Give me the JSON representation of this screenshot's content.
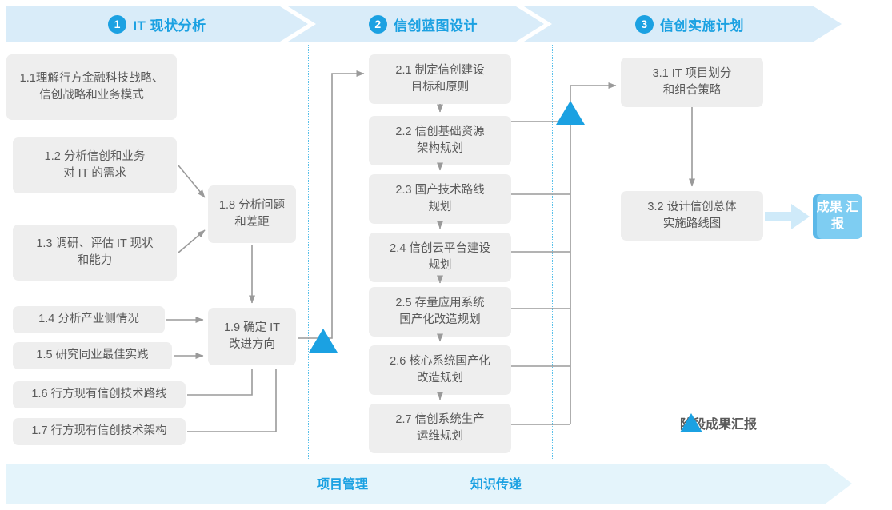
{
  "phases": [
    {
      "num": "1",
      "title": "IT 现状分析"
    },
    {
      "num": "2",
      "title": "信创蓝图设计"
    },
    {
      "num": "3",
      "title": "信创实施计划"
    }
  ],
  "stage1": {
    "nodes": [
      {
        "id": "1.1",
        "line1": "1.1理解行方金融科技战略、",
        "line2": "信创战略和业务模式"
      },
      {
        "id": "1.2",
        "line1": "1.2 分析信创和业务",
        "line2": "对 IT 的需求"
      },
      {
        "id": "1.3",
        "line1": "1.3 调研、评估 IT 现状",
        "line2": "和能力"
      },
      {
        "id": "1.4",
        "line1": "1.4 分析产业侧情况",
        "line2": ""
      },
      {
        "id": "1.5",
        "line1": "1.5 研究同业最佳实践",
        "line2": ""
      },
      {
        "id": "1.6",
        "line1": "1.6 行方现有信创技术路线",
        "line2": ""
      },
      {
        "id": "1.7",
        "line1": "1.7 行方现有信创技术架构",
        "line2": ""
      },
      {
        "id": "1.8",
        "line1": "1.8 分析问题",
        "line2": "和差距"
      },
      {
        "id": "1.9",
        "line1": "1.9 确定 IT",
        "line2": "改进方向"
      }
    ]
  },
  "stage2": {
    "nodes": [
      {
        "id": "2.1",
        "line1": "2.1 制定信创建设",
        "line2": "目标和原则"
      },
      {
        "id": "2.2",
        "line1": "2.2 信创基础资源",
        "line2": "架构规划"
      },
      {
        "id": "2.3",
        "line1": "2.3 国产技术路线",
        "line2": "规划"
      },
      {
        "id": "2.4",
        "line1": "2.4 信创云平台建设",
        "line2": "规划"
      },
      {
        "id": "2.5",
        "line1": "2.5 存量应用系统",
        "line2": "国产化改造规划"
      },
      {
        "id": "2.6",
        "line1": "2.6 核心系统国产化",
        "line2": "改造规划"
      },
      {
        "id": "2.7",
        "line1": "2.7 信创系统生产",
        "line2": "运维规划"
      }
    ]
  },
  "stage3": {
    "nodes": [
      {
        "id": "3.1",
        "line1": "3.1 IT 项目划分",
        "line2": "和组合策略"
      },
      {
        "id": "3.2",
        "line1": "3.2 设计信创总体",
        "line2": "实施路线图"
      }
    ]
  },
  "result_badge": {
    "line1": "成果",
    "line2": "汇报"
  },
  "legend": {
    "text": "阶段成果汇报",
    "icon": "triangle-icon"
  },
  "footer": {
    "labels": [
      "项目管理",
      "知识传递"
    ]
  },
  "colors": {
    "accent": "#1ba1e2",
    "banner_bg": "#d9ecf9",
    "footer_bg": "#e4f4fb",
    "node_bg": "#eeeeee",
    "node_text": "#5a5a5a",
    "connector": "#9a9a9a",
    "badge_bg": "#7ecdf2",
    "badge_edge": "#5bb8e8",
    "divider": "#58c0ea"
  }
}
